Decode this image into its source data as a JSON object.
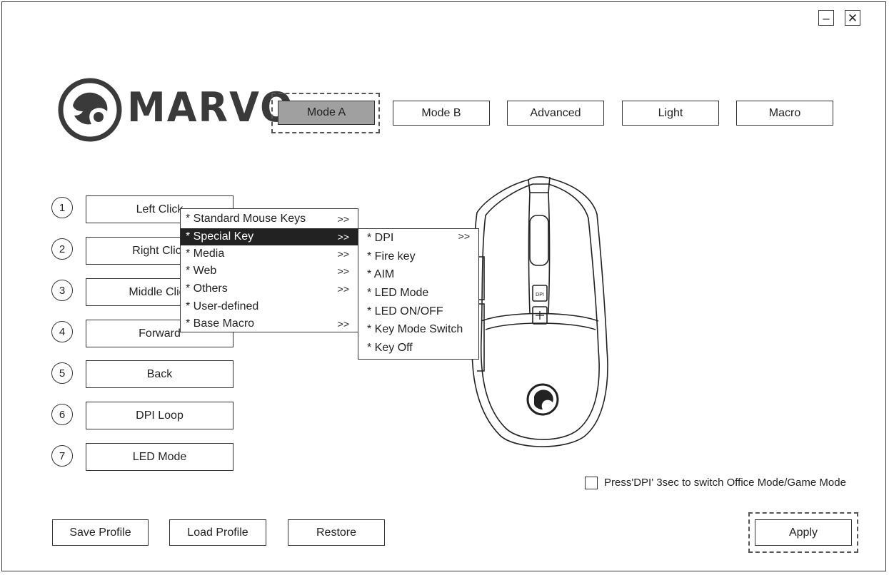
{
  "window": {
    "minimize_icon": "minimize-icon",
    "close_icon": "close-icon",
    "minimize_glyph": "–",
    "close_glyph": "✕"
  },
  "brand": {
    "name": "MARVO",
    "logo_icon": "marvo-logo-icon"
  },
  "tabs": [
    {
      "label": "Mode A",
      "active": true
    },
    {
      "label": "Mode B"
    },
    {
      "label": "Advanced"
    },
    {
      "label": "Light"
    },
    {
      "label": "Macro"
    }
  ],
  "buttons": [
    {
      "number": "1",
      "label": "Left Click"
    },
    {
      "number": "2",
      "label": "Right Click"
    },
    {
      "number": "3",
      "label": "Middle Click"
    },
    {
      "number": "4",
      "label": "Forward"
    },
    {
      "number": "5",
      "label": "Back"
    },
    {
      "number": "6",
      "label": "DPI Loop"
    },
    {
      "number": "7",
      "label": "LED Mode"
    }
  ],
  "context_menu": {
    "items": [
      {
        "label": "* Standard Mouse Keys",
        "arrow": ">>"
      },
      {
        "label": "* Special Key",
        "arrow": ">>",
        "selected": true
      },
      {
        "label": "* Media",
        "arrow": ">>"
      },
      {
        "label": "* Web",
        "arrow": ">>"
      },
      {
        "label": "* Others",
        "arrow": ">>"
      },
      {
        "label": "* User-defined",
        "arrow": ""
      },
      {
        "label": "* Base Macro",
        "arrow": ">>"
      }
    ]
  },
  "submenu": {
    "items": [
      {
        "label": "* DPI",
        "arrow": ">>"
      },
      {
        "label": "* Fire key",
        "arrow": ""
      },
      {
        "label": "* AIM",
        "arrow": ""
      },
      {
        "label": "* LED Mode",
        "arrow": ""
      },
      {
        "label": "* LED ON/OFF",
        "arrow": ""
      },
      {
        "label": "* Key Mode Switch",
        "arrow": ""
      },
      {
        "label": "* Key Off",
        "arrow": ""
      }
    ]
  },
  "mouse_image": {
    "icon": "mouse-diagram-icon",
    "dpi_label": "DPI"
  },
  "option": {
    "checked": false,
    "label": "Press'DPI' 3sec to switch Office Mode/Game Mode"
  },
  "footer": {
    "save": "Save Profile",
    "load": "Load Profile",
    "restore": "Restore",
    "apply": "Apply"
  }
}
